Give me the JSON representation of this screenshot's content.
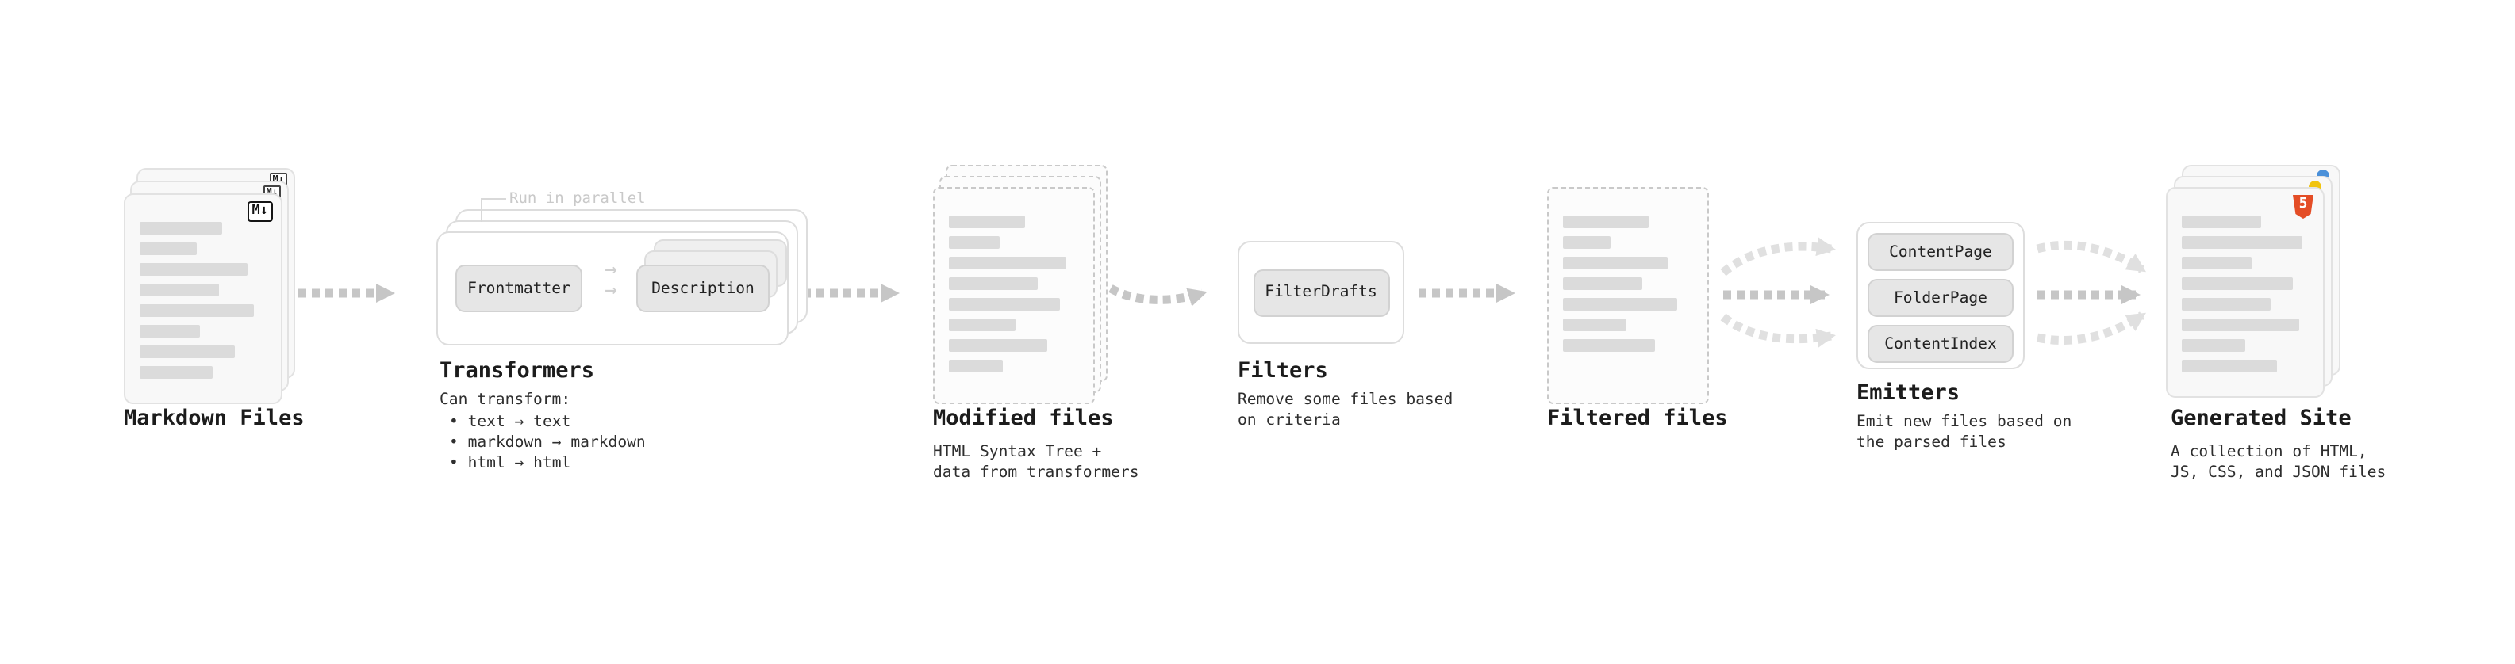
{
  "stages": {
    "markdown_files": {
      "label": "Markdown Files",
      "badge": "M↓"
    },
    "transformers": {
      "label": "Transformers",
      "annotation": "Run in parallel",
      "node_arrow_glyph": "→",
      "nodes": [
        "Frontmatter",
        "Description"
      ],
      "can_transform_title": "Can transform:",
      "bullets": [
        "• text → text",
        "• markdown → markdown",
        "• html → html"
      ]
    },
    "modified_files": {
      "label": "Modified files",
      "subtext": [
        "HTML Syntax Tree +",
        "data from transformers"
      ]
    },
    "filters": {
      "label": "Filters",
      "nodes": [
        "FilterDrafts"
      ],
      "subtext": [
        "Remove some files based",
        "on criteria"
      ]
    },
    "filtered_files": {
      "label": "Filtered files"
    },
    "emitters": {
      "label": "Emitters",
      "nodes": [
        "ContentPage",
        "FolderPage",
        "ContentIndex"
      ],
      "subtext": [
        "Emit new files based on",
        "the parsed files"
      ]
    },
    "generated_site": {
      "label": "Generated Site",
      "badge": "5",
      "subtext": [
        "A collection of HTML,",
        "JS, CSS, and JSON files"
      ]
    }
  },
  "colors": {
    "arrow": "#c6c6c6",
    "arrow_light": "#e0e0e0",
    "card_bg": "#f8f8f8",
    "card_border": "#e2e2e2",
    "dashed_border": "#c9c9c9",
    "placeholder_bar": "#dbdbdb",
    "node_bg": "#e6e6e6",
    "node_border": "#d2d2d2",
    "container_border": "#dddddd",
    "html5_orange": "#e44d26",
    "css_blue": "#4a90d9",
    "js_yellow": "#f1c40f",
    "annotation_text": "#c9c9c9",
    "heading_text": "#1c1c1c",
    "body_text": "#2e2e2e"
  }
}
